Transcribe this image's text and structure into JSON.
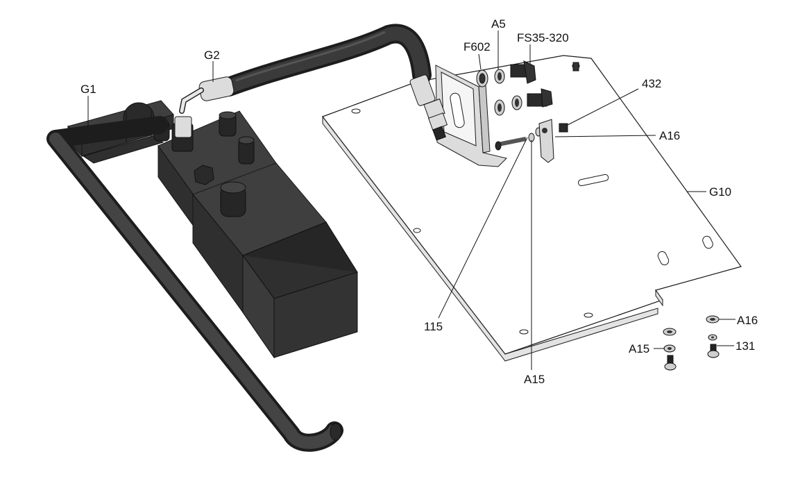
{
  "labels": {
    "g1": "G1",
    "g2": "G2",
    "f602": "F602",
    "a5": "A5",
    "fs35_320": "FS35-320",
    "p432": "432",
    "a16_top": "A16",
    "g10": "G10",
    "p115": "115",
    "a15_bottom": "A15",
    "a16_right": "A16",
    "a15_left": "A15",
    "p131": "131"
  }
}
